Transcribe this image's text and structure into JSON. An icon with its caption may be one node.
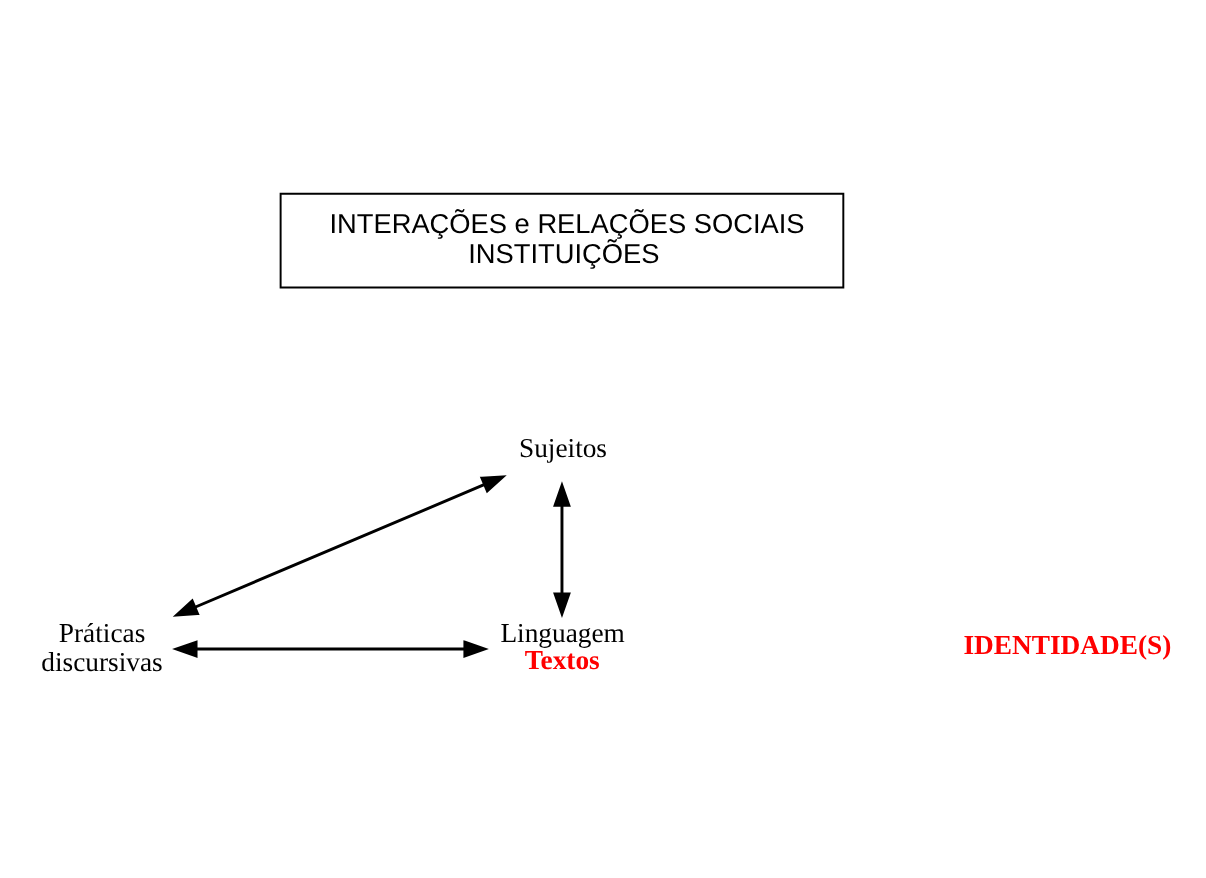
{
  "diagram": {
    "nodes": [
      {
        "text": [
          "INTERAÇÕES e RELAÇÕES SOCIAIS INSTITUIÇÕES"
        ]
      },
      {
        "text": [
          "Sujeitos"
        ]
      },
      {
        "text": [
          "Práticas discursivas"
        ]
      },
      {
        "text": [
          "Linguagem",
          "Textos"
        ]
      }
    ],
    "edges": [
      {
        "from": 1,
        "to": 2,
        "arrow": "both"
      },
      {
        "from": 1,
        "to": 3,
        "arrow": "both"
      },
      {
        "from": 2,
        "to": 3,
        "arrow": "both"
      }
    ],
    "labels": [
      "IDENTIDADE(S)"
    ]
  }
}
